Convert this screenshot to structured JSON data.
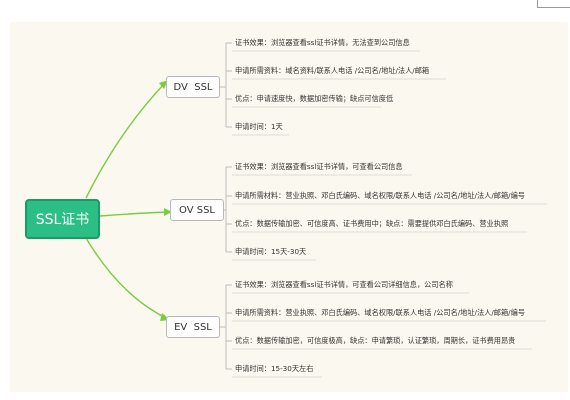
{
  "root": {
    "label": "SSL证书"
  },
  "branches": [
    {
      "label": "DV  SSL",
      "items": [
        "证书效果：浏览器查看ssl证书详情，无法查到公司信息",
        "申请所需资料：域名资料/联系人电话 /公司名/地址/法人/邮箱",
        "优点：申请速度快，数据加密传输；缺点可信度低",
        "申请时间：1天"
      ]
    },
    {
      "label": "OV SSL",
      "items": [
        "证书效果：浏览器查看ssl证书详情，可查看公司信息",
        "申请所需材料：营业执照、邓白氏编码、域名权限/联系人电话 /公司名/地址/法人/邮箱/编号",
        "优点：数据传输加密、可信度高、证书费用中；缺点：需要提供邓白氏编码、营业执照",
        "申请时间：15天-30天"
      ]
    },
    {
      "label": "EV  SSL",
      "items": [
        "证书效果：浏览器查看ssl证书详情，可查看公司详细信息，公司名称",
        "申请所需资料：营业执照、邓白氏编码、域名权限/联系人电话 /公司名/地址/法人/邮箱/编号",
        "优点：数据传输加密，可信度极高，缺点：申请繁琐，认证繁琐，周期长，证书费用昂贵",
        "申请时间：15-30天左右"
      ]
    }
  ],
  "colors": {
    "root_fill": "#2bbf86",
    "connector_green": "#7ccc3f",
    "connector_gray": "#bdbdbd",
    "background": "#fbf8ef"
  }
}
